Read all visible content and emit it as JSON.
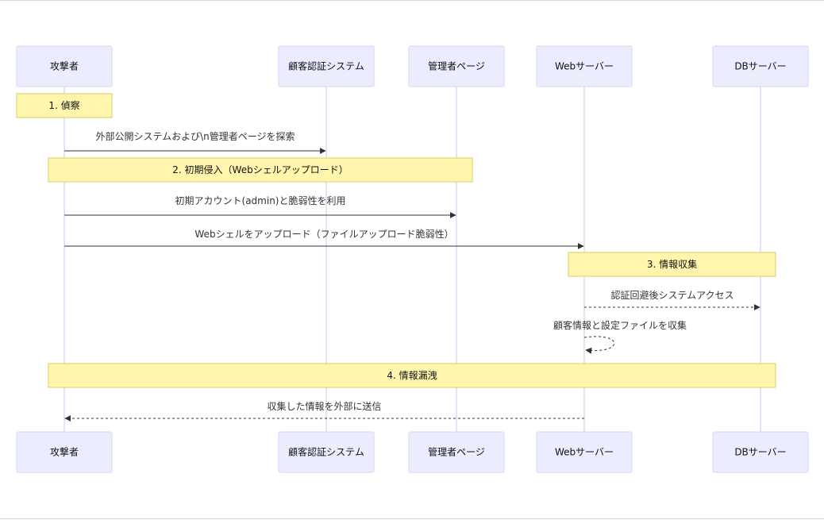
{
  "diagram": {
    "type": "sequence",
    "participants": [
      {
        "id": "attacker",
        "label": "攻撃者"
      },
      {
        "id": "auth",
        "label": "顧客認証システム"
      },
      {
        "id": "admin",
        "label": "管理者ページ"
      },
      {
        "id": "web",
        "label": "Webサーバー"
      },
      {
        "id": "db",
        "label": "DBサーバー"
      }
    ],
    "steps": [
      {
        "kind": "note",
        "label": "1. 偵察"
      },
      {
        "kind": "message",
        "from": "attacker",
        "to": "auth",
        "label": "外部公開システムおよび\\n管理者ページを探索",
        "style": "solid"
      },
      {
        "kind": "note",
        "label": "2. 初期侵入（Webシェルアップロード）"
      },
      {
        "kind": "message",
        "from": "attacker",
        "to": "admin",
        "label": "初期アカウント(admin)と脆弱性を利用",
        "style": "solid"
      },
      {
        "kind": "message",
        "from": "attacker",
        "to": "web",
        "label": "Webシェルをアップロード（ファイルアップロード脆弱性）",
        "style": "solid"
      },
      {
        "kind": "note",
        "label": "3. 情報収集"
      },
      {
        "kind": "message",
        "from": "web",
        "to": "db",
        "label": "認証回避後システムアクセス",
        "style": "dashed"
      },
      {
        "kind": "message",
        "from": "web",
        "to": "web",
        "label": "顧客情報と設定ファイルを収集",
        "style": "dashed"
      },
      {
        "kind": "note",
        "label": "4. 情報漏洩"
      },
      {
        "kind": "message",
        "from": "web",
        "to": "attacker",
        "label": "収集した情報を外部に送信",
        "style": "dashed"
      }
    ]
  }
}
